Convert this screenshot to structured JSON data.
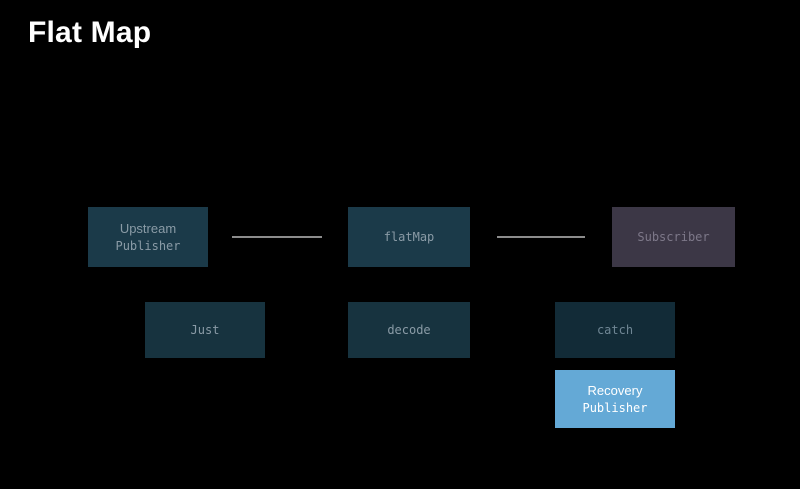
{
  "title": "Flat Map",
  "diagram": {
    "nodes": {
      "upstream": {
        "line1": "Upstream",
        "line2": "Publisher"
      },
      "flatmap": {
        "label": "flatMap"
      },
      "subscriber": {
        "label": "Subscriber"
      },
      "just": {
        "label": "Just"
      },
      "decode": {
        "label": "decode"
      },
      "catch": {
        "label": "catch"
      },
      "recovery": {
        "line1": "Recovery",
        "line2": "Publisher"
      }
    }
  },
  "colors": {
    "background": "#000000",
    "box_dark": "#17333f",
    "box_dark_light": "#1b3a49",
    "box_darker": "#122b37",
    "box_purple": "#3c3746",
    "box_recovery": "#64a9d6",
    "connector": "#8c8c8c",
    "text_muted": "#8a9ba6",
    "text_muted_dark": "#6f8694",
    "text_purple": "#7d7889"
  }
}
